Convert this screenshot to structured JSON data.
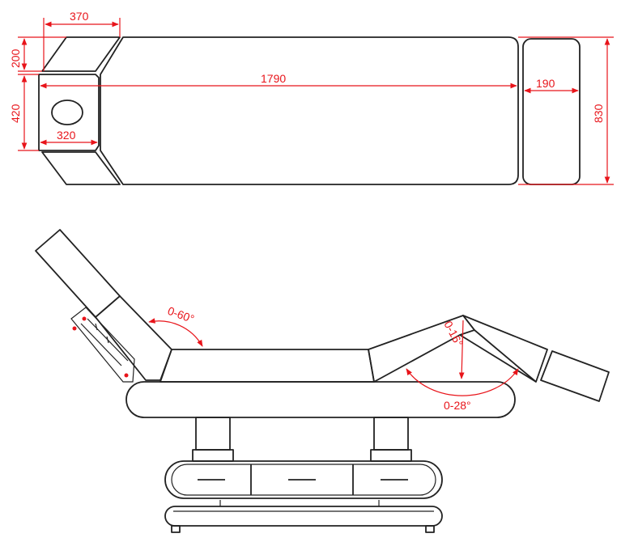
{
  "dimensions": {
    "headrest_width": "370",
    "headrest_height": "200",
    "face_section_height": "420",
    "face_section_width": "320",
    "total_length": "1790",
    "foot_width": "190",
    "total_width": "830"
  },
  "angles": {
    "backrest": "0-60°",
    "thigh": "0-16°",
    "leg": "0-28°"
  },
  "colors": {
    "dimension": "#e8141a",
    "outline": "#222222"
  }
}
